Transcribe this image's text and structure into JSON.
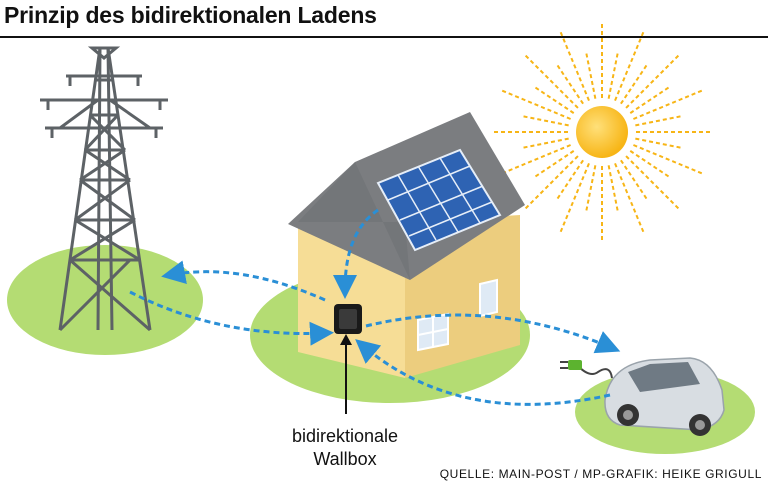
{
  "title": "Prinzip des bidirektionalen Ladens",
  "wallbox": {
    "line1": "bidirektionale",
    "line2": "Wallbox"
  },
  "credit": "QUELLE: MAIN-POST / MP-GRAFIK: HEIKE GRIGULL",
  "colors": {
    "grass": "#b4dc73",
    "house_wall": "#f6dd96",
    "house_wall_side": "#eccd7e",
    "roof": "#7b7d80",
    "solar_panel": "#2e63b3",
    "sun": "#f7b516",
    "flow_arrow": "#2a8fd6",
    "pylon": "#5d6266",
    "car": "#d8dde2"
  }
}
